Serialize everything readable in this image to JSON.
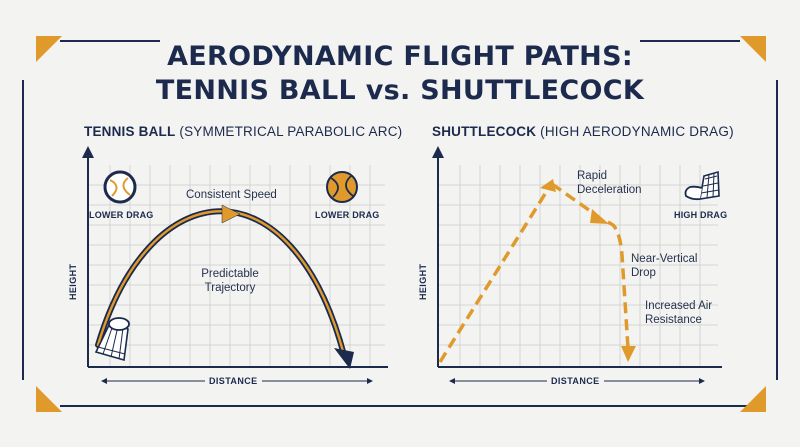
{
  "title": {
    "line1": "AERODYNAMIC FLIGHT PATHS:",
    "line2": "TENNIS BALL vs. SHUTTLECOCK"
  },
  "colors": {
    "navy": "#1c2a4d",
    "gold": "#e09a2c",
    "background": "#f3f3f1",
    "grid": "#d4d4d2"
  },
  "left_panel": {
    "heading_bold": "TENNIS BALL",
    "heading_rest": " (SYMMETRICAL PARABOLIC ARC)",
    "y_axis_label": "HEIGHT",
    "x_axis_label": "DISTANCE",
    "icon_left": "tennis-ball-outline-icon",
    "icon_left_label": "LOWER DRAG",
    "icon_right": "tennis-ball-icon",
    "icon_right_label": "LOWER DRAG",
    "icon_corner": "shuttlecock-icon",
    "annotation_top": "Consistent Speed",
    "annotation_mid_line1": "Predictable",
    "annotation_mid_line2": "Trajectory"
  },
  "right_panel": {
    "heading_bold": "SHUTTLECOCK",
    "heading_rest": " (HIGH AERODYNAMIC DRAG)",
    "y_axis_label": "HEIGHT",
    "x_axis_label": "DISTANCE",
    "icon": "shuttlecock-icon",
    "icon_label": "HIGH DRAG",
    "annotation_1_line1": "Rapid",
    "annotation_1_line2": "Deceleration",
    "annotation_2_line1": "Near-Vertical",
    "annotation_2_line2": "Drop",
    "annotation_3_line1": "Increased Air",
    "annotation_3_line2": "Resistance"
  }
}
